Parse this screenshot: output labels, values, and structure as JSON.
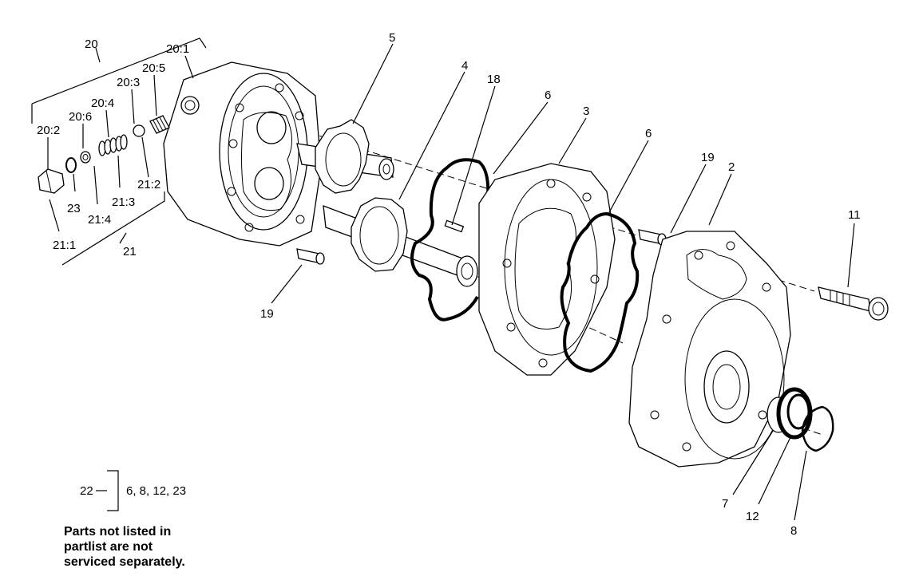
{
  "callouts": {
    "c20": "20",
    "c20_1": "20:1",
    "c20_5": "20:5",
    "c20_3": "20:3",
    "c20_4": "20:4",
    "c20_6": "20:6",
    "c20_2": "20:2",
    "c23": "23",
    "c21_2": "21:2",
    "c21_3": "21:3",
    "c21_4": "21:4",
    "c21_1": "21:1",
    "c21": "21",
    "c5": "5",
    "c4": "4",
    "c18": "18",
    "c6a": "6",
    "c3": "3",
    "c6b": "6",
    "c19a": "19",
    "c2": "2",
    "c11": "11",
    "c19b": "19",
    "c7": "7",
    "c12": "12",
    "c8": "8",
    "c22": "22"
  },
  "kit_22_contents": "6, 8, 12, 23",
  "note": {
    "line1": "Parts not listed in",
    "line2": "partlist are not",
    "line3": "serviced separately."
  }
}
